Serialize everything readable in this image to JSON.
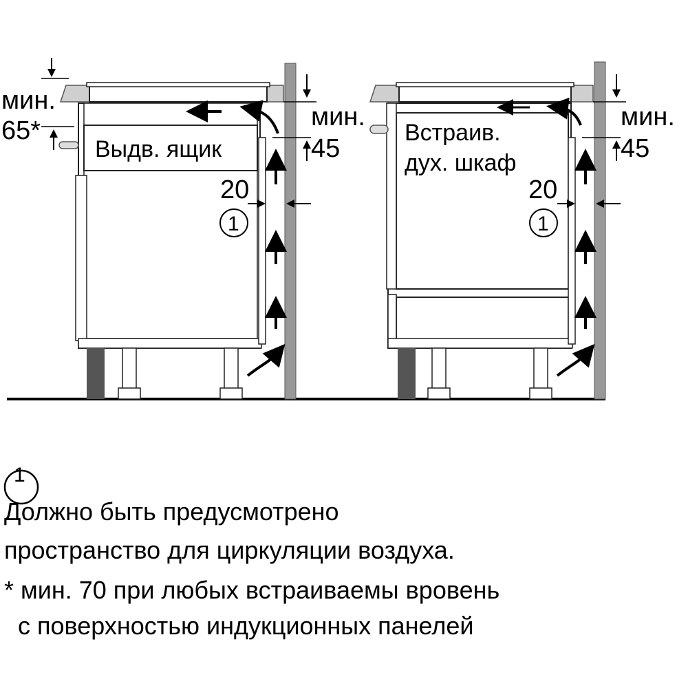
{
  "left_panel": {
    "min_label": "мин.",
    "min_value": "65*",
    "rear_min_label": "мин.",
    "rear_min_value": "45",
    "drawer_label": "Выдв. ящик",
    "gap_value": "20",
    "callout_number": "1"
  },
  "right_panel": {
    "rear_min_label": "мин.",
    "rear_min_value": "45",
    "oven_label_line1": "Встраив.",
    "oven_label_line2": "дух. шкаф",
    "gap_value": "20",
    "callout_number": "1"
  },
  "legend": {
    "callout_number": "1",
    "line1": "Должно быть предусмотрено",
    "line2": "пространство для циркуляции воздуха.",
    "footnote_line1": "* мин. 70 при любых встраиваемы вровень",
    "footnote_line2": "  с поверхностью индукционных панелей"
  }
}
